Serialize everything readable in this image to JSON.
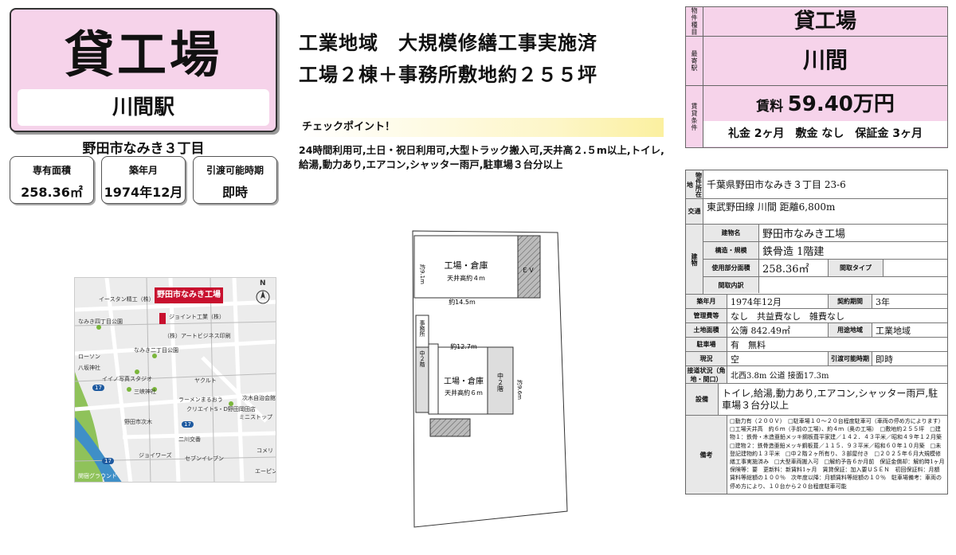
{
  "left": {
    "type": "貸工場",
    "station": "川間駅",
    "address": "野田市なみき３丁目",
    "stats": [
      {
        "label": "専有面積",
        "value": "258.36㎡"
      },
      {
        "label": "築年月",
        "value": "1974年12月"
      },
      {
        "label": "引渡可能時期",
        "value": "即時"
      }
    ]
  },
  "headline": {
    "line1": "工業地域　大規模修繕工事実施済",
    "line2": "工場２棟＋事務所敷地約２５５坪"
  },
  "checkpoint": {
    "title": "チェックポイント！",
    "text": "24時間利用可,土日・祝日利用可,大型トラック搬入可,天井高２.５m以上,トイレ,給湯,動力あり,エアコン,シャッター雨戸,駐車場３台分以上"
  },
  "map": {
    "callout": "野田市なみき工場",
    "compass": "N",
    "labels": [
      "イースタン精工（株）",
      "ジョイント工業（株）",
      "なみき四丁目公園",
      "（株）アートビジネス印刷",
      "ローソン",
      "なみき二丁目公園",
      "八坂神社",
      "イイノ写真スタジオ",
      "ヤクルト",
      "三峡神社",
      "ラーメンまるおう",
      "クリエイトS・D野田岡田店",
      "次木自治会館",
      "ミニストップ",
      "野田市次木",
      "二川交番",
      "ジョイワーズ",
      "セブンイレブン",
      "コメリ",
      "エーピン",
      "関宿グラウンド"
    ],
    "route_numbers": [
      "17",
      "17",
      "17"
    ]
  },
  "plan": {
    "upper_room": "工場・倉庫",
    "upper_ceiling": "天井高約４m",
    "upper_width": "約14.5m",
    "upper_depth": "約9.1m",
    "office": "事務所",
    "mezz_left": "中２階",
    "lower_width": "約12.7m",
    "lower_room": "工場・倉庫",
    "lower_ceiling": "天井高約６m",
    "mezz_right": "中２階",
    "lower_depth": "約9.6m",
    "stair_mark": "ＥＶ"
  },
  "right": {
    "type_label": "物件種目",
    "type": "貸工場",
    "station_label": "最寄駅",
    "station": "川間",
    "terms_label": "賃貸条件",
    "rent_label": "賃料",
    "rent": "59.40万円",
    "deposits": "礼金 2ヶ月　敷金 なし　保証金 3ヶ月",
    "table": {
      "location_label": "物件所在地",
      "location": "千葉県野田市なみき３丁目 23-6",
      "traffic_label": "交通",
      "traffic": "東武野田線 川間 距離6,800m",
      "building_label": "建物",
      "name_label": "建物名",
      "name": "野田市なみき工場",
      "structure_label": "構造・規模",
      "structure": "鉄骨造 1階建",
      "area_label": "使用部分面積",
      "area": "258.36㎡",
      "layout_type_label": "間取タイプ",
      "layout_label": "間取内訳",
      "built_label": "築年月",
      "built": "1974年12月",
      "contract_label": "契約期間",
      "contract": "3年",
      "mgmt_label": "管理費等",
      "mgmt": "なし　共益費なし　雑費なし",
      "land_label": "土地面積",
      "land": "公簿 842.49㎡",
      "zoning_label": "用途地域",
      "zoning": "工業地域",
      "parking_label": "駐車場",
      "parking": "有　無料",
      "status_label": "現況",
      "status": "空",
      "handover_label": "引渡可能時期",
      "handover": "即時",
      "road_label": "接道状況（角地・間口）",
      "road": "北西3.8m 公道 接面17.3m",
      "equip_label": "設備",
      "equip": "トイレ,給湯,動力あり,エアコン,シャッター雨戸,駐車場３台分以上",
      "remarks_label": "備考",
      "remarks": "□動力有（２００Ｖ）　□駐車場１０～２０台程度駐車可（車両の停め方によります）□工場天井高　約６ｍ（手前の工場）、約４ｍ（奥の工場）　□敷地約２５５坪　□建物１：鉄骨・木造亜鉛メッキ鋼板葺平家建／１４２．４３平米／昭和４９年１２月築　□建物２：鉄骨造亜鉛メッキ鋼板葺／１１５．９３平米／昭和６０年１０月築　□未登記建物約１３平米　□中２階２ヶ所有り、３部屋付き　□２０２５年６月大規模修繕工事実施済み　□大型車両搬入可　□解約予告６か月前　保証金償却：解約時1ヶ月　保険等：要　更新料：新賃料1ヶ月　賃貸保証：加入要ＵＳＥＮ　初回保証料：月額賃料等総額の１００％　次年度以降：月額賃料等総額の１０％　駐車場備考：車両の停め方により、１０台から２０台程度駐車可能"
    }
  },
  "colors": {
    "pink": "#f6d3ea",
    "callout_red": "#c8102e",
    "check_yellow": "#fbf0a0"
  }
}
